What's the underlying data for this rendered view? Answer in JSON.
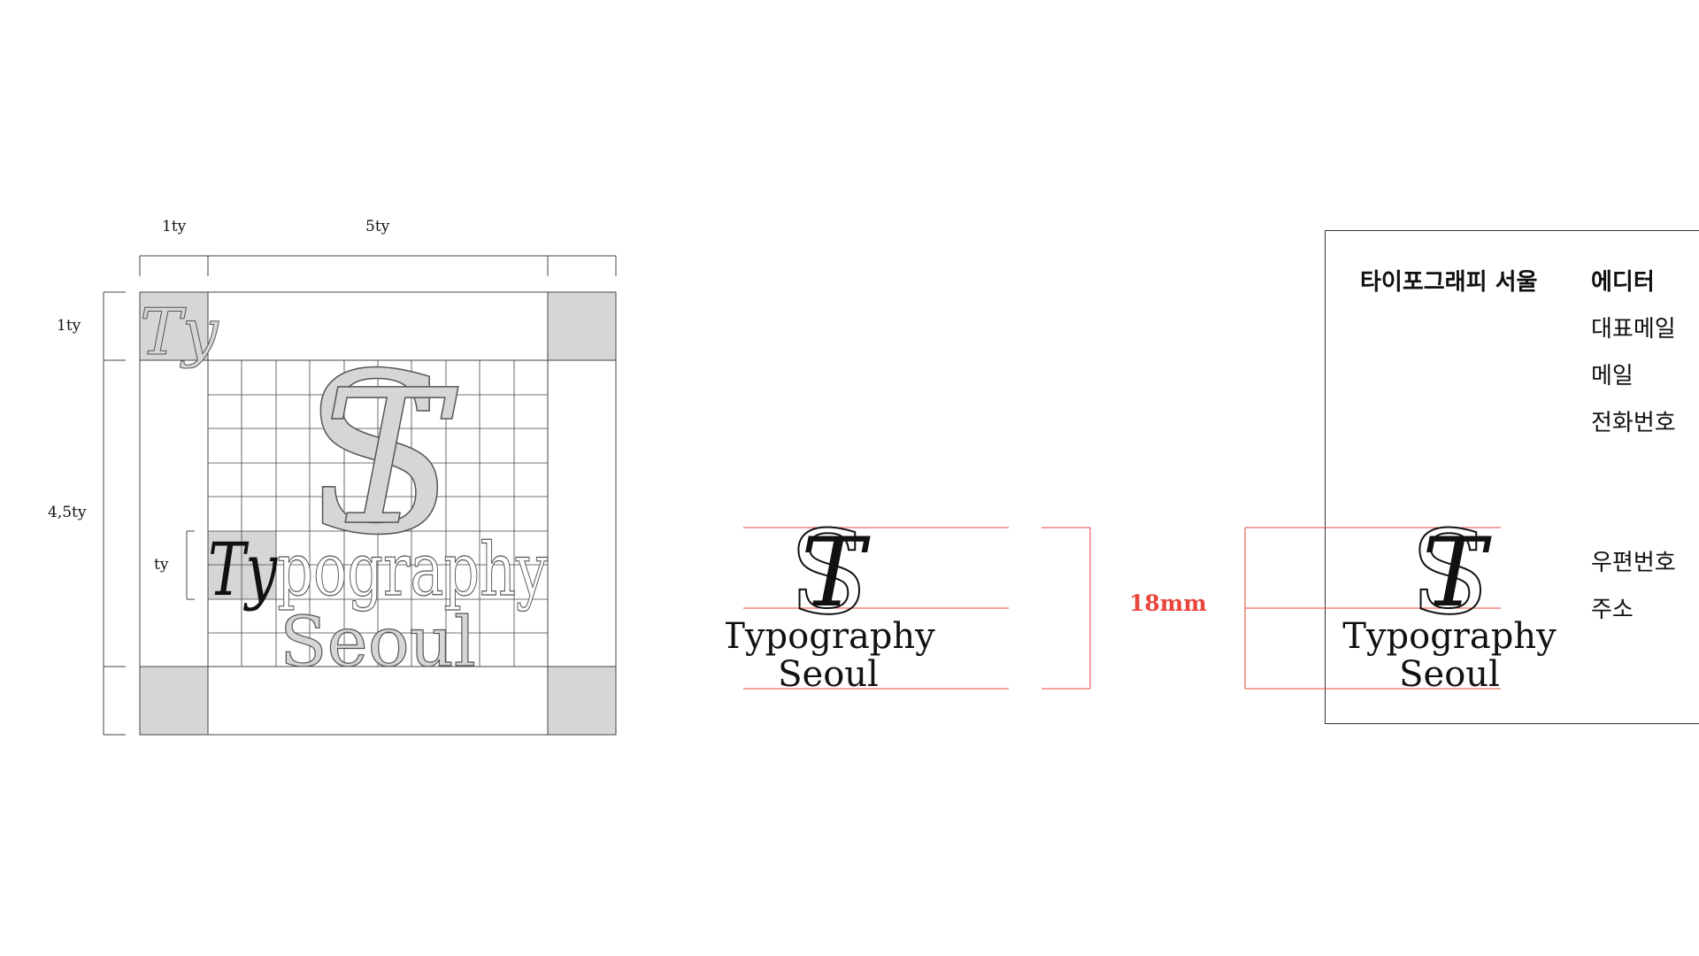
{
  "grid_diagram": {
    "dim_top_1": "1ty",
    "dim_top_2": "5ty",
    "dim_left_1": "1ty",
    "dim_left_2": "4,5ty",
    "dim_inner": "ty",
    "corner_mark": "Ty"
  },
  "logo": {
    "monogram_s": "S",
    "monogram_t": "T",
    "word_1": "Typography",
    "word_2": "Seoul"
  },
  "measurement": {
    "label": "18mm",
    "color": "#e8453c"
  },
  "card": {
    "org_name": "타이포그래피 서울",
    "role": "에디터",
    "rows": [
      "대표메일",
      "메일",
      "전화번호"
    ],
    "rows_bottom": [
      "우편번호",
      "주소"
    ]
  },
  "colors": {
    "guide_red": "#e8453c",
    "grid_line": "#444444",
    "fill_gray": "#d6d6d8"
  }
}
